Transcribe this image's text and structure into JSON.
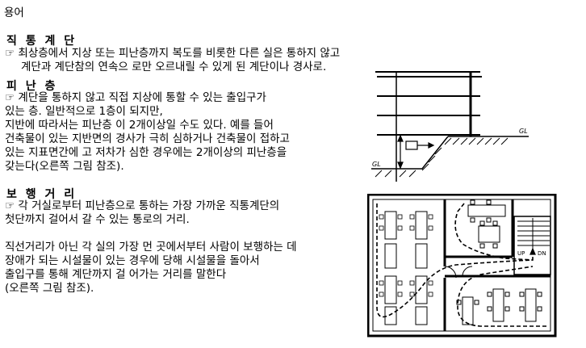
{
  "doc": {
    "page_label": "용어",
    "sections": [
      {
        "title": "직 통 계 단",
        "lines": [
          "☞ 최상층에서 지상 또는 피난층까지 복도를 비롯한 다른 실은 통하지 않고",
          "계단과 계단참의 연속으 로만 오르내릴 수 있게 된 계단이나 경사로."
        ]
      },
      {
        "title": "피 난 층",
        "lines": [
          "☞ 계단을 통하지 않고 직접 지상에 통할 수 있는 출입구가",
          "있는 층. 일반적으로 1층이 되지만,",
          "지반에 따라서는 피난층 이 2개이상일 수도 있다. 예를 들어",
          "건축물이 있는 지반면의 경사가 극히 심하거나 건축물이 접하고",
          "있는 지표면간에 고 저차가 심한 경우에는 2개이상의 피난층을",
          "갖는다(오른쪽 그림 참조)."
        ]
      },
      {
        "title": "보 행 거 리",
        "lines": [
          "☞ 각 거실로부터 피난층으로 통하는 가장 가까운 직통계단의",
          "첫단까지 걸어서 갈 수 있는 통로의 거리.",
          "",
          "직선거리가 아닌 각 실의 가장 먼 곳에서부터 사람이 보행하는 데",
          "장애가 되는 시설물이 있는 경우에 당해 시설물을 돌아서",
          "출입구를 통해 계단까지 걸 어가는 거리를 말한다",
          "(오른쪽 그림 참조)."
        ]
      }
    ],
    "figure_building": {
      "labels": [
        "GL",
        "GL"
      ]
    },
    "figure_plan": {
      "labels": [
        "UP",
        "DN"
      ]
    }
  }
}
